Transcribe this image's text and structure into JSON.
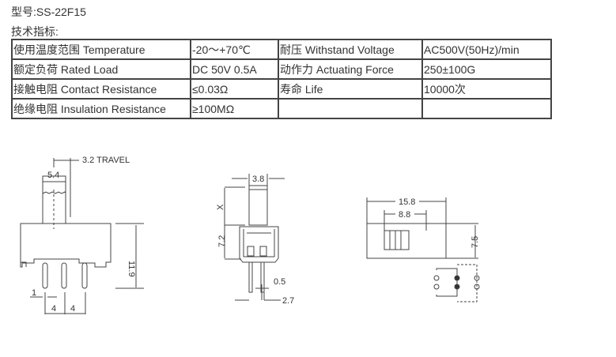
{
  "model": "型号:SS-22F15",
  "spec_heading": "技术指标:",
  "table": [
    [
      "使用温度范围 Temperature",
      "-20～+70℃",
      "耐压 Withstand Voltage",
      "AC500V(50Hz)/min"
    ],
    [
      "额定负荷 Rated Load",
      "DC 50V 0.5A",
      "动作力 Actuating Force",
      "250±100G"
    ],
    [
      "接触电阻 Contact Resistance",
      "≤0.03Ω",
      "寿命 Life",
      "10000次"
    ],
    [
      "绝缘电阻 Insulation Resistance",
      "≥100MΩ",
      "",
      ""
    ]
  ],
  "drawing": {
    "travel": "3.2 TRAVEL",
    "actuator_width": "5.4",
    "height": "11.9",
    "pin_width": "1",
    "pitch1": "4",
    "pitch2": "4",
    "side_width": "3.8",
    "side_x": "X",
    "side_height": "7.2",
    "pin_thick": "0.5",
    "pin_span": "2.7",
    "length": "15.8",
    "slot": "8.8",
    "top_height": "7.5"
  }
}
